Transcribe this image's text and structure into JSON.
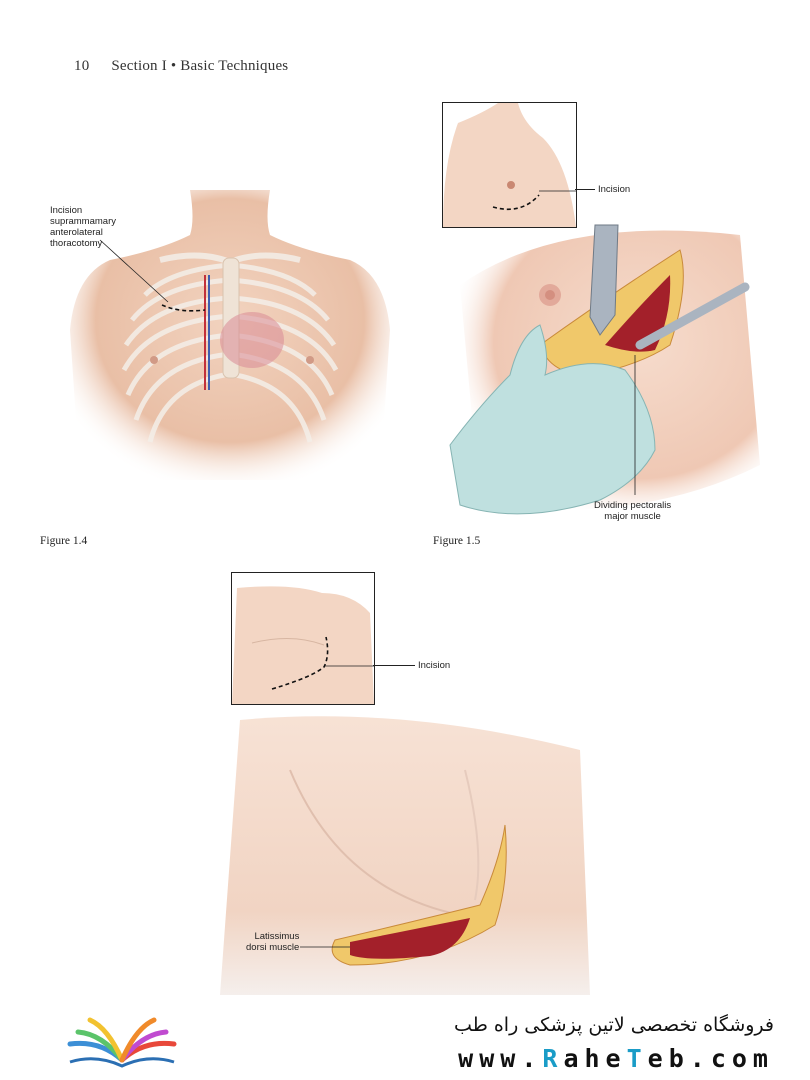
{
  "header": {
    "page_number": "10",
    "section_title": "Section I • Basic Techniques"
  },
  "figure_1_4": {
    "caption": "Figure 1.4",
    "label_lines": [
      "Incision",
      "suprammamary",
      "anterolateral",
      "thoracotomy"
    ]
  },
  "figure_1_5": {
    "caption": "Figure 1.5",
    "inset_label": "Incision",
    "muscle_label_lines": [
      "Dividing pectoralis",
      "major muscle"
    ]
  },
  "figure_1_6": {
    "inset_label": "Incision",
    "muscle_label_lines": [
      "Latissimus",
      "dorsi muscle"
    ]
  },
  "footer": {
    "store_name": "فروشگاه تخصصی لاتین پزشکی  راه طب",
    "url_prefix": "www.",
    "url_accent_1": "R",
    "url_mid_1": "ahe",
    "url_accent_2": "T",
    "url_mid_2": "eb",
    "url_suffix": ".com",
    "logo": "open-book-rainbow-logo"
  },
  "colors": {
    "skin": "#f1d2bf",
    "skin_shadow": "#e2b39a",
    "muscle": "#a3202a",
    "fat": "#f0c86a",
    "glove": "#bfe0df",
    "instrument": "#aab4c0",
    "accent": "#1a9cc7"
  }
}
